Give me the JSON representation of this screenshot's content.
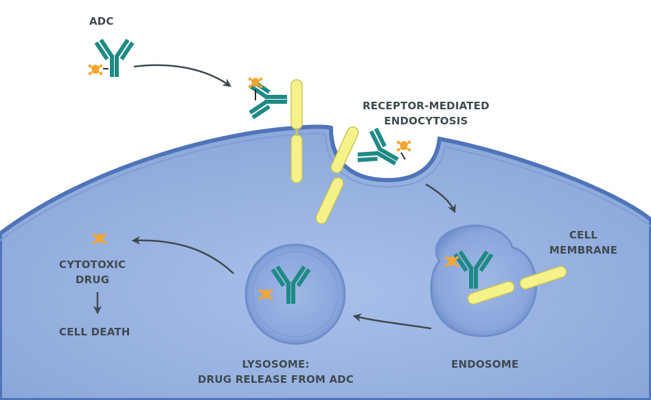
{
  "labels": {
    "adc": "ADC",
    "receptor": [
      "RECEPTOR-MEDIATED",
      "ENDOCYTOSIS"
    ],
    "cell_membrane": [
      "CELL",
      "MEMBRANE"
    ],
    "cytotoxic": [
      "CYTOTOXIC",
      "DRUG"
    ],
    "cell_death": "CELL DEATH",
    "lysosome": [
      "LYSOSOME:",
      "DRUG RELEASE FROM ADC"
    ],
    "endosome": "ENDOSOME"
  },
  "colors": {
    "cell_fill": "#8ba7d8",
    "cell_edge": "#4f74b8",
    "antibody": "#1f8a85",
    "drug": "#f3a632",
    "receptor": "#f5f28a",
    "arrow": "#3f4a50",
    "text": "#3f4a50"
  }
}
